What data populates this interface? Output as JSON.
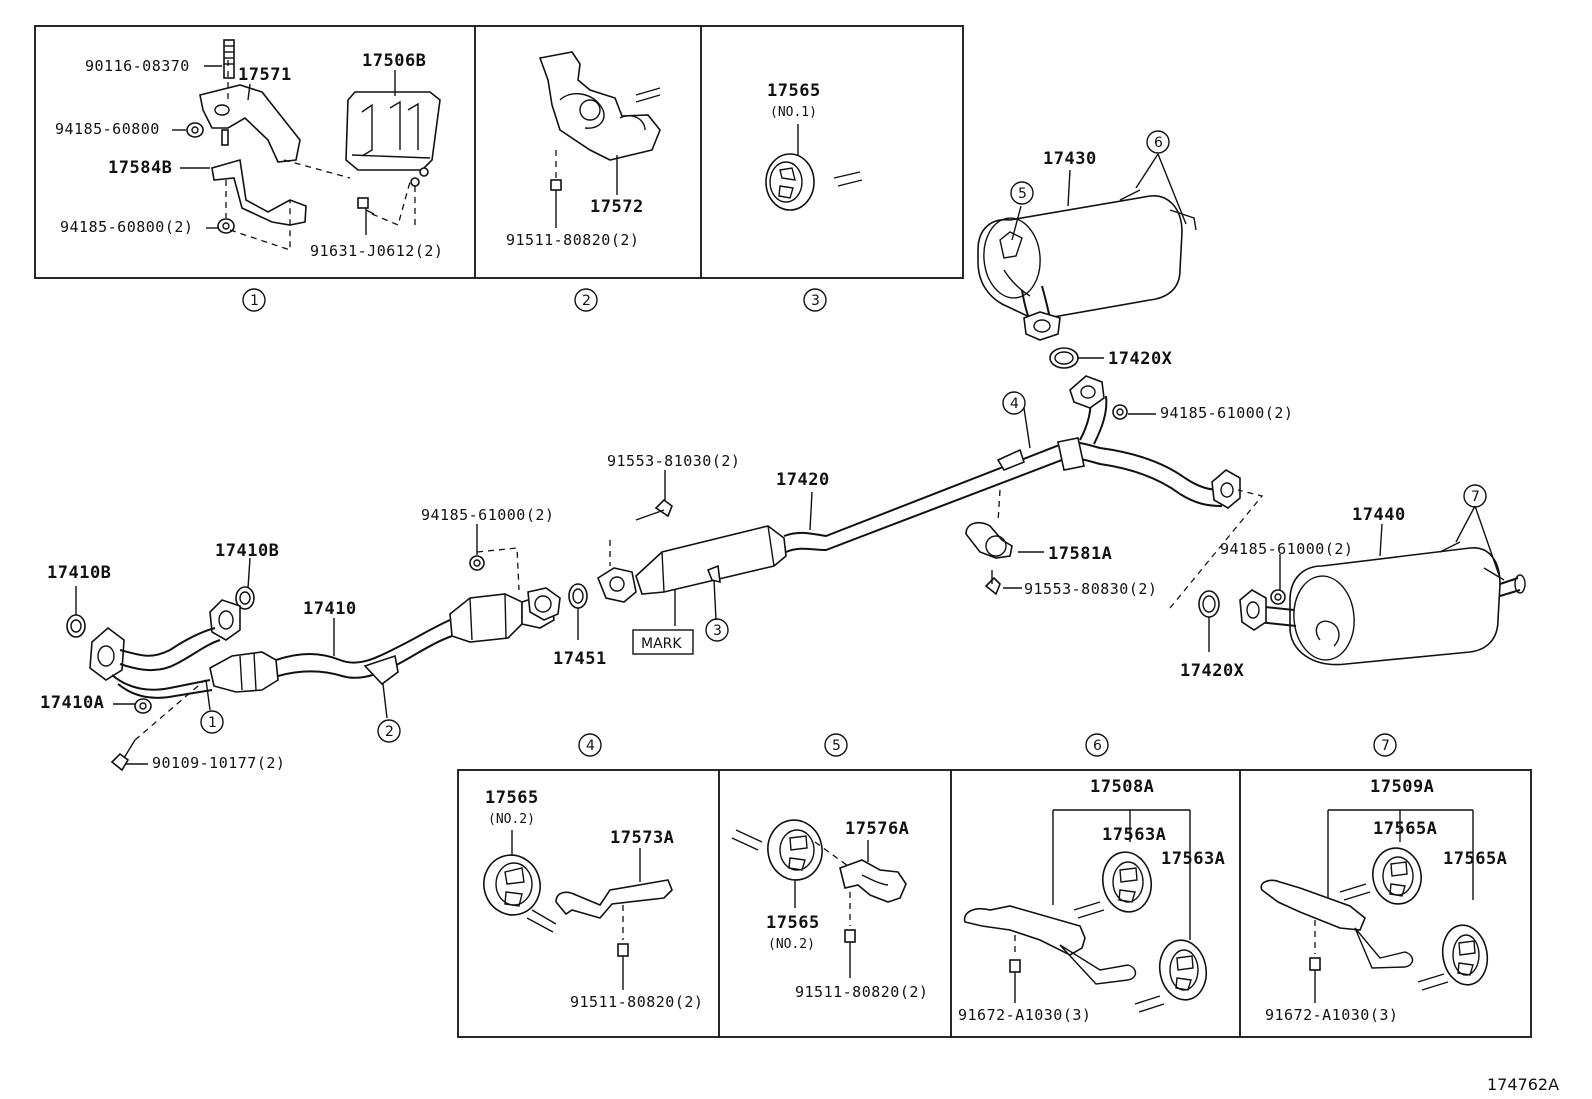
{
  "callouts": {
    "c1": "1",
    "c2": "2",
    "c3": "3",
    "c4": "4",
    "c5": "5",
    "c6": "6",
    "c7": "7"
  },
  "parts": {
    "p90116_08370": "90116-08370",
    "p17571": "17571",
    "p17506B": "17506B",
    "p94185_60800": "94185-60800",
    "p17584B": "17584B",
    "p94185_60800_2": "94185-60800(2)",
    "p91631_J0612_2": "91631-J0612(2)",
    "p91511_80820_2a": "91511-80820(2)",
    "p17572": "17572",
    "p17565_no1": "17565",
    "no1": "(NO.1)",
    "p17430": "17430",
    "p17420X_a": "17420X",
    "p94185_61000_2a": "94185-61000(2)",
    "p17420": "17420",
    "p91553_81030_2": "91553-81030(2)",
    "p94185_61000_2b": "94185-61000(2)",
    "p17410B_a": "17410B",
    "p17410B_b": "17410B",
    "p17410": "17410",
    "p17410A": "17410A",
    "p90109_10177_2": "90109-10177(2)",
    "p17451": "17451",
    "mark": "MARK",
    "p17581A": "17581A",
    "p91553_80830_2": "91553-80830(2)",
    "p94185_61000_2c": "94185-61000(2)",
    "p17440": "17440",
    "p17420X_b": "17420X",
    "p17565_no2a": "17565",
    "no2a": "(NO.2)",
    "p17573A": "17573A",
    "p91511_80820_2b": "91511-80820(2)",
    "p17576A": "17576A",
    "p17565_no2b": "17565",
    "no2b": "(NO.2)",
    "p91511_80820_2c": "91511-80820(2)",
    "p17508A": "17508A",
    "p17563A_a": "17563A",
    "p17563A_b": "17563A",
    "p91672_A1030_3a": "91672-A1030(3)",
    "p17509A": "17509A",
    "p17565A_a": "17565A",
    "p17565A_b": "17565A",
    "p91672_A1030_3b": "91672-A1030(3)"
  },
  "reference": "174762A"
}
